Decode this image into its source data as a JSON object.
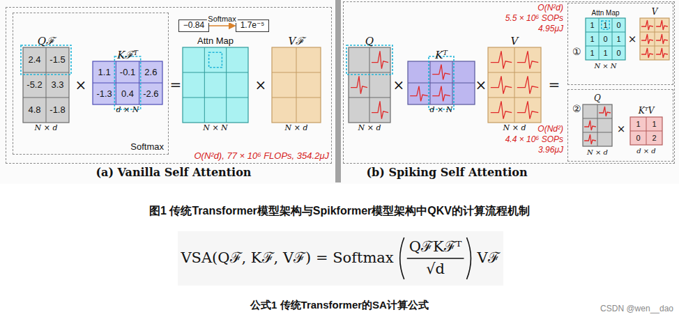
{
  "diagram": {
    "caption": "图1 传统Transformer模型架构与Spikformer模型架构中QKV的计算流程机制",
    "nodes": [
      {
        "text": [
          "(a) Vanilla Self Attention"
        ]
      },
      {
        "text": [
          "Softmax"
        ],
        "in": 0
      },
      {
        "text": [
          "Qℱ",
          "2.4",
          "-1.5",
          "-5.2",
          "3.3",
          "4.8",
          "-1.8",
          "N × d"
        ],
        "in": 1
      },
      {
        "text": [
          "Kℱᵀ",
          "1.1",
          "-0.1",
          "2.6",
          "-1.3",
          "0.4",
          "-2.6",
          "d × N"
        ],
        "in": 1
      },
      {
        "text": [
          "−0.84"
        ],
        "in": 0
      },
      {
        "text": [
          "1.7e⁻⁵"
        ],
        "in": 0
      },
      {
        "text": [
          "Attn Map",
          "N × N"
        ],
        "in": 0
      },
      {
        "text": [
          "Vℱ",
          "N × d"
        ],
        "in": 0
      },
      {
        "text": [
          "(b) Spiking Self Attention"
        ]
      },
      {
        "text": [
          "Q",
          "N × d"
        ],
        "in": 8
      },
      {
        "text": [
          "Kᵀ",
          "d × N"
        ],
        "in": 8
      },
      {
        "text": [
          "V",
          "N × d"
        ],
        "in": 8
      },
      {
        "text": [
          "①"
        ],
        "in": 8
      },
      {
        "text": [
          "Attn Map",
          "1",
          "1",
          "0",
          "1",
          "0",
          "1",
          "1",
          "1",
          "0",
          "N × N"
        ],
        "in": 12
      },
      {
        "text": [
          "V"
        ],
        "in": 12
      },
      {
        "text": [
          "②"
        ],
        "in": 8
      },
      {
        "text": [
          "Q",
          "N × d"
        ],
        "in": 15
      },
      {
        "text": [
          "KᵀV",
          "1",
          "1",
          "0",
          "2",
          "d × d"
        ],
        "in": 15
      }
    ],
    "edges": [
      {
        "from": 4,
        "to": 5,
        "arrow": "to",
        "label": "Softmax"
      }
    ],
    "labels": [
      "×",
      "=",
      "×",
      "O(N²d), 77 × 10⁶ FLOPs, 354.2μJ",
      "×",
      "×",
      "=",
      "O(N²d)",
      "5.5 × 10⁶ SOPs",
      "4.95μJ",
      "×",
      "O(Nd²)",
      "4.4 × 10⁶ SOPs",
      "3.96μJ",
      "×",
      "VSA(Qℱ, Kℱ, Vℱ) = Softmax",
      "QℱKℱᵀ",
      "√d",
      "Vℱ",
      "公式1 传统Transformer的SA计算公式",
      "CSDN @wen__dao"
    ]
  }
}
